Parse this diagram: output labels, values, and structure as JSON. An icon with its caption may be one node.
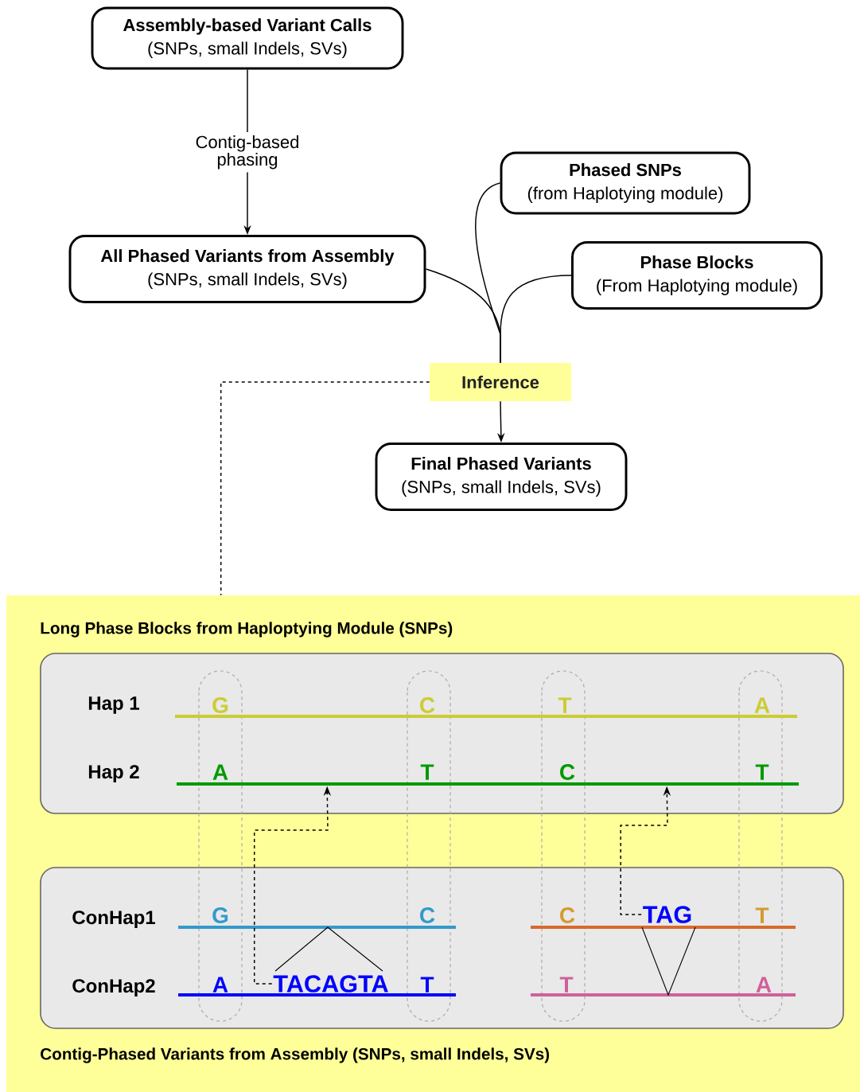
{
  "diagram": {
    "nodes": [
      {
        "text": [
          "Assembly-based Variant Calls",
          "(SNPs, small Indels, SVs)"
        ]
      },
      {
        "text": [
          "All Phased Variants from Assembly",
          "(SNPs, small Indels, SVs)"
        ]
      },
      {
        "text": [
          "Phased SNPs",
          "(from Haplotying module)"
        ]
      },
      {
        "text": [
          "Phase Blocks",
          "(From Haplotying module)"
        ]
      },
      {
        "text": [
          "Inference"
        ]
      },
      {
        "text": [
          "Final Phased Variants",
          "(SNPs, small Indels, SVs)"
        ]
      },
      {
        "text": [
          "Long Phase Blocks from Haploptying Module (SNPs)",
          "Contig-Phased Variants from Assembly (SNPs, small Indels, SVs)"
        ]
      },
      {
        "text": [
          "Hap 1",
          "Hap 2"
        ],
        "in": 6
      },
      {
        "text": [
          "ConHap1",
          "ConHap2"
        ],
        "in": 6
      },
      {
        "text": [
          "TACAGTA"
        ],
        "in": 8
      },
      {
        "text": [
          "TAG"
        ],
        "in": 8
      }
    ],
    "edges": [
      {
        "from": 0,
        "to": 1,
        "arrow": "to",
        "label": "Contig-based phasing"
      },
      {
        "from": 1,
        "to": 4,
        "arrow": "none"
      },
      {
        "from": 2,
        "to": 4,
        "arrow": "none"
      },
      {
        "from": 3,
        "to": 4,
        "arrow": "none"
      },
      {
        "from": 4,
        "to": 5,
        "arrow": "to"
      },
      {
        "from": 4,
        "to": 6,
        "arrow": "none",
        "style": "dashed"
      },
      {
        "from": 9,
        "to": 7,
        "arrow": "to",
        "style": "dashed"
      },
      {
        "from": 10,
        "to": 7,
        "arrow": "to",
        "style": "dashed"
      }
    ],
    "labels": [
      "G",
      "C",
      "T",
      "A",
      "A",
      "T",
      "C",
      "T",
      "G",
      "C",
      "C",
      "T",
      "A",
      "T",
      "T",
      "A"
    ]
  }
}
